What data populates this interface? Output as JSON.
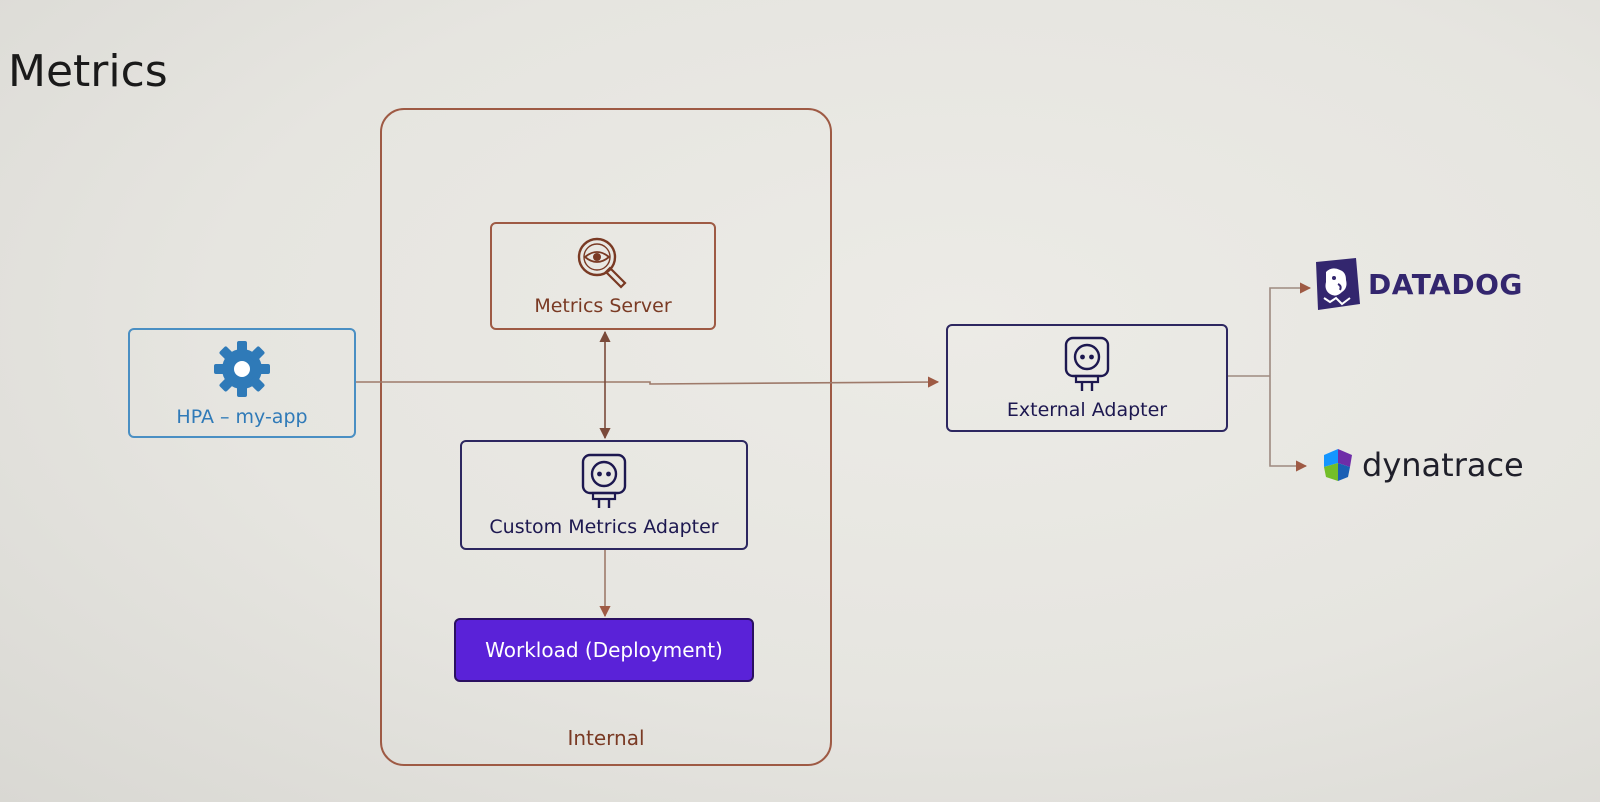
{
  "page": {
    "title": "Metrics"
  },
  "nodes": {
    "hpa": {
      "label": "HPA – my-app",
      "icon": "gear-icon",
      "color": "#2f7ab8"
    },
    "metrics_server": {
      "label": "Metrics Server",
      "icon": "magnifier-eye-icon",
      "color": "#7a3a24"
    },
    "custom_metrics_adapter": {
      "label": "Custom Metrics Adapter",
      "icon": "adapter-plug-icon",
      "color": "#1d1850"
    },
    "workload": {
      "label": "Workload (Deployment)",
      "color": "#5a22d8"
    },
    "external_adapter": {
      "label": "External Adapter",
      "icon": "adapter-plug-icon",
      "color": "#1d1850"
    }
  },
  "groups": {
    "internal": {
      "label": "Internal",
      "color": "#9e5a44"
    }
  },
  "providers": {
    "datadog": {
      "label": "DATADOG",
      "icon": "datadog-logo-icon"
    },
    "dynatrace": {
      "label": "dynatrace",
      "icon": "dynatrace-logo-icon"
    }
  },
  "edges": [
    {
      "from": "hpa",
      "to": "external_adapter"
    },
    {
      "from": "metrics_server",
      "to": "custom_metrics_adapter",
      "bidirectional": true
    },
    {
      "from": "custom_metrics_adapter",
      "to": "workload"
    },
    {
      "from": "external_adapter",
      "to": "datadog"
    },
    {
      "from": "external_adapter",
      "to": "dynatrace"
    }
  ]
}
